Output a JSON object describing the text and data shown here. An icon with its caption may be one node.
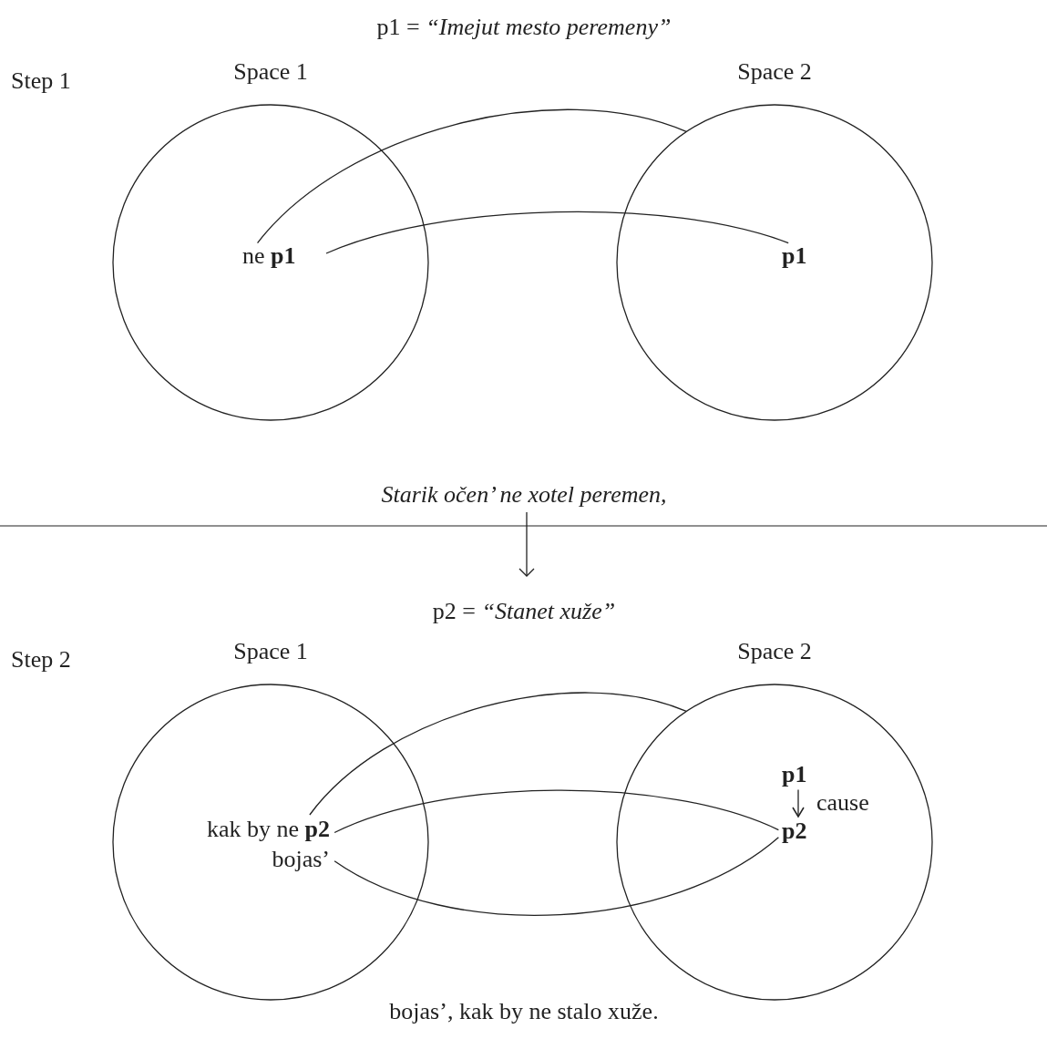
{
  "diagram": {
    "nodes": [
      {
        "text": [
          "Space 1"
        ]
      },
      {
        "text": [
          "ne **p1**"
        ],
        "in": 0
      },
      {
        "text": [
          "Space 2"
        ]
      },
      {
        "text": [
          "p1"
        ],
        "in": 2
      },
      {
        "text": [
          "Space 1"
        ]
      },
      {
        "text": [
          "kak by ne **p2** bojas’"
        ],
        "in": 4
      },
      {
        "text": [
          "Space 2"
        ]
      },
      {
        "text": [
          "p1"
        ],
        "in": 6
      },
      {
        "text": [
          "p2"
        ],
        "in": 6
      }
    ],
    "edges": [
      {
        "from": 1,
        "to": 2,
        "arrow": "none"
      },
      {
        "from": 1,
        "to": 3,
        "arrow": "none"
      },
      {
        "from": 5,
        "to": 6,
        "arrow": "none"
      },
      {
        "from": 5,
        "to": 8,
        "arrow": "none"
      },
      {
        "from": 5,
        "to": 8,
        "arrow": "none"
      },
      {
        "from": 7,
        "to": 8,
        "arrow": "to",
        "label": "cause"
      }
    ],
    "labels": [
      "p1 = *“Imejut mesto peremeny”*",
      "Step 1",
      "Starik očen’ ne xotel peremen,",
      "p2 = *“Stanet xuže”*",
      "Step 2",
      "bojas’, kak by ne stalo xuže."
    ]
  }
}
